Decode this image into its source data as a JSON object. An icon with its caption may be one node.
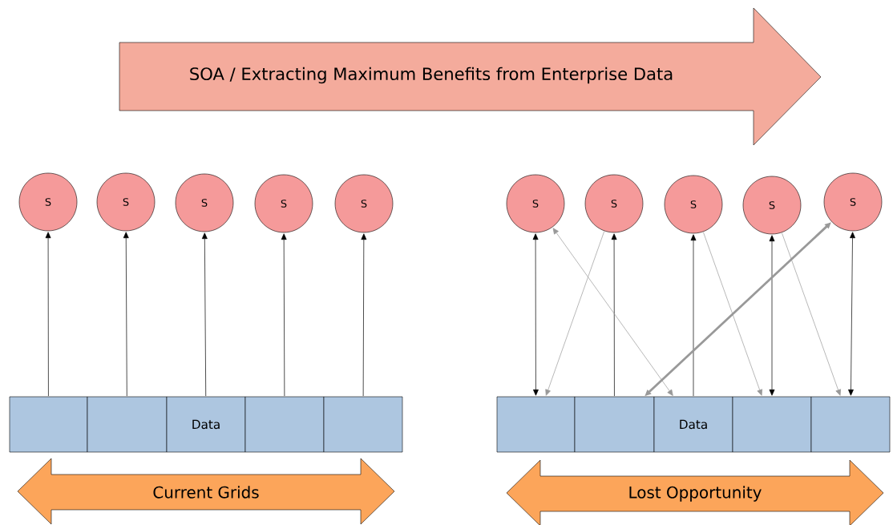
{
  "diagram": {
    "nodes": [
      {
        "text": [
          "SOA / Extracting Maximum Benefits from Enterprise Data"
        ]
      },
      {
        "text": [
          "S"
        ]
      },
      {
        "text": [
          "S"
        ]
      },
      {
        "text": [
          "S"
        ]
      },
      {
        "text": [
          "S"
        ]
      },
      {
        "text": [
          "S"
        ]
      },
      {
        "text": [],
        "shape": "box"
      },
      {
        "text": [],
        "shape": "box"
      },
      {
        "text": [
          "Data"
        ]
      },
      {
        "text": [],
        "shape": "box"
      },
      {
        "text": [],
        "shape": "box"
      },
      {
        "text": [
          "Current Grids"
        ]
      },
      {
        "text": [
          "S"
        ]
      },
      {
        "text": [
          "S"
        ]
      },
      {
        "text": [
          "S"
        ]
      },
      {
        "text": [
          "S"
        ]
      },
      {
        "text": [
          "S"
        ]
      },
      {
        "text": [],
        "shape": "box"
      },
      {
        "text": [],
        "shape": "box"
      },
      {
        "text": [
          "Data"
        ]
      },
      {
        "text": [],
        "shape": "box"
      },
      {
        "text": [],
        "shape": "box"
      },
      {
        "text": [
          "Lost Opportunity"
        ]
      }
    ],
    "edges": [
      {
        "from": 6,
        "to": 1,
        "arrow": "to"
      },
      {
        "from": 7,
        "to": 2,
        "arrow": "to"
      },
      {
        "from": 8,
        "to": 3,
        "arrow": "to"
      },
      {
        "from": 9,
        "to": 4,
        "arrow": "to"
      },
      {
        "from": 10,
        "to": 5,
        "arrow": "to"
      },
      {
        "from": 17,
        "to": 12,
        "arrow": "both"
      },
      {
        "from": 18,
        "to": 13,
        "arrow": "to"
      },
      {
        "from": 19,
        "to": 14,
        "arrow": "to"
      },
      {
        "from": 20,
        "to": 15,
        "arrow": "both"
      },
      {
        "from": 21,
        "to": 16,
        "arrow": "both"
      },
      {
        "from": 13,
        "to": 17,
        "arrow": "to",
        "color": "#999999"
      },
      {
        "from": 12,
        "to": 19,
        "arrow": "both",
        "color": "#999999"
      },
      {
        "from": 14,
        "to": 20,
        "arrow": "to",
        "color": "#999999"
      },
      {
        "from": 16,
        "to": 18,
        "arrow": "both",
        "style": "thick",
        "color": "#999999"
      },
      {
        "from": 15,
        "to": 21,
        "arrow": "to",
        "color": "#999999"
      }
    ]
  }
}
